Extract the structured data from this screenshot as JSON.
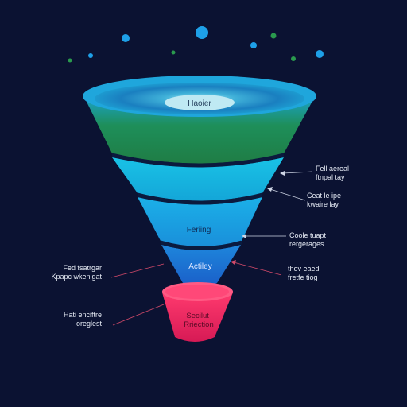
{
  "diagram": {
    "colors": {
      "background": "#0b1232",
      "green": "#1f8a4f",
      "teal": "#15b8d8",
      "cyan": "#1ea7e6",
      "blue": "#1b6fd6",
      "red": "#e0205f",
      "leader_line": "#d44a6a",
      "label_text": "#e6ebf5"
    },
    "stages": [
      {
        "label": "Haoier"
      },
      {
        "label": ""
      },
      {
        "label": ""
      },
      {
        "label": "Feriing"
      },
      {
        "label": "Actiley"
      },
      {
        "label": "Secilut Rriection"
      }
    ],
    "right_callouts": [
      {
        "line1": "Fell aereal",
        "line2": "ftnpal tay"
      },
      {
        "line1": "Ceat le ipe",
        "line2": "kwaire lay"
      },
      {
        "line1": "Coole tuapt",
        "line2": "rergerages"
      },
      {
        "line1": "thov eaed",
        "line2": "fretfe tiog"
      }
    ],
    "left_callouts": [
      {
        "line1": "Fed fsatrgar",
        "line2": "Kpapc wkenigat"
      },
      {
        "line1": "Hati enciftre",
        "line2": "oreglest"
      }
    ]
  }
}
